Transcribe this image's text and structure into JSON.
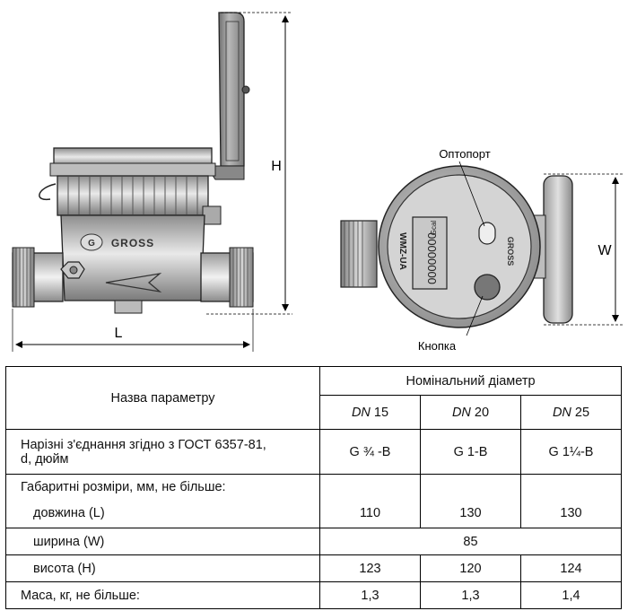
{
  "drawing": {
    "label_L": "L",
    "label_H": "H",
    "label_W": "W",
    "callout_optoport": "Оптопорт",
    "callout_button": "Кнопка",
    "brand_text": "GROSS",
    "model_text": "WMZ-UA",
    "display_digits": "00000000",
    "display_unit": "Gcal"
  },
  "table": {
    "header_param": "Назва параметру",
    "header_nominal": "Номінальний діаметр",
    "dn_prefix": "DN",
    "dn_sizes": [
      "15",
      "20",
      "25"
    ],
    "rows": {
      "connection_label_1": "Нарізні з'єднання згідно з ГОСТ 6357-81,",
      "connection_label_2": "d, дюйм",
      "connection_values": [
        "G ¾ -B",
        "G 1-B",
        "G 1¼-B"
      ],
      "dimensions_label": "Габаритні розміри, мм, не більше:",
      "length_label": "довжина (L)",
      "length_values": [
        "110",
        "130",
        "130"
      ],
      "width_label": "ширина (W)",
      "width_value": "85",
      "height_label": "висота (H)",
      "height_values": [
        "123",
        "120",
        "124"
      ],
      "mass_label": "Маса, кг, не більше:",
      "mass_values": [
        "1,3",
        "1,3",
        "1,4"
      ]
    }
  }
}
